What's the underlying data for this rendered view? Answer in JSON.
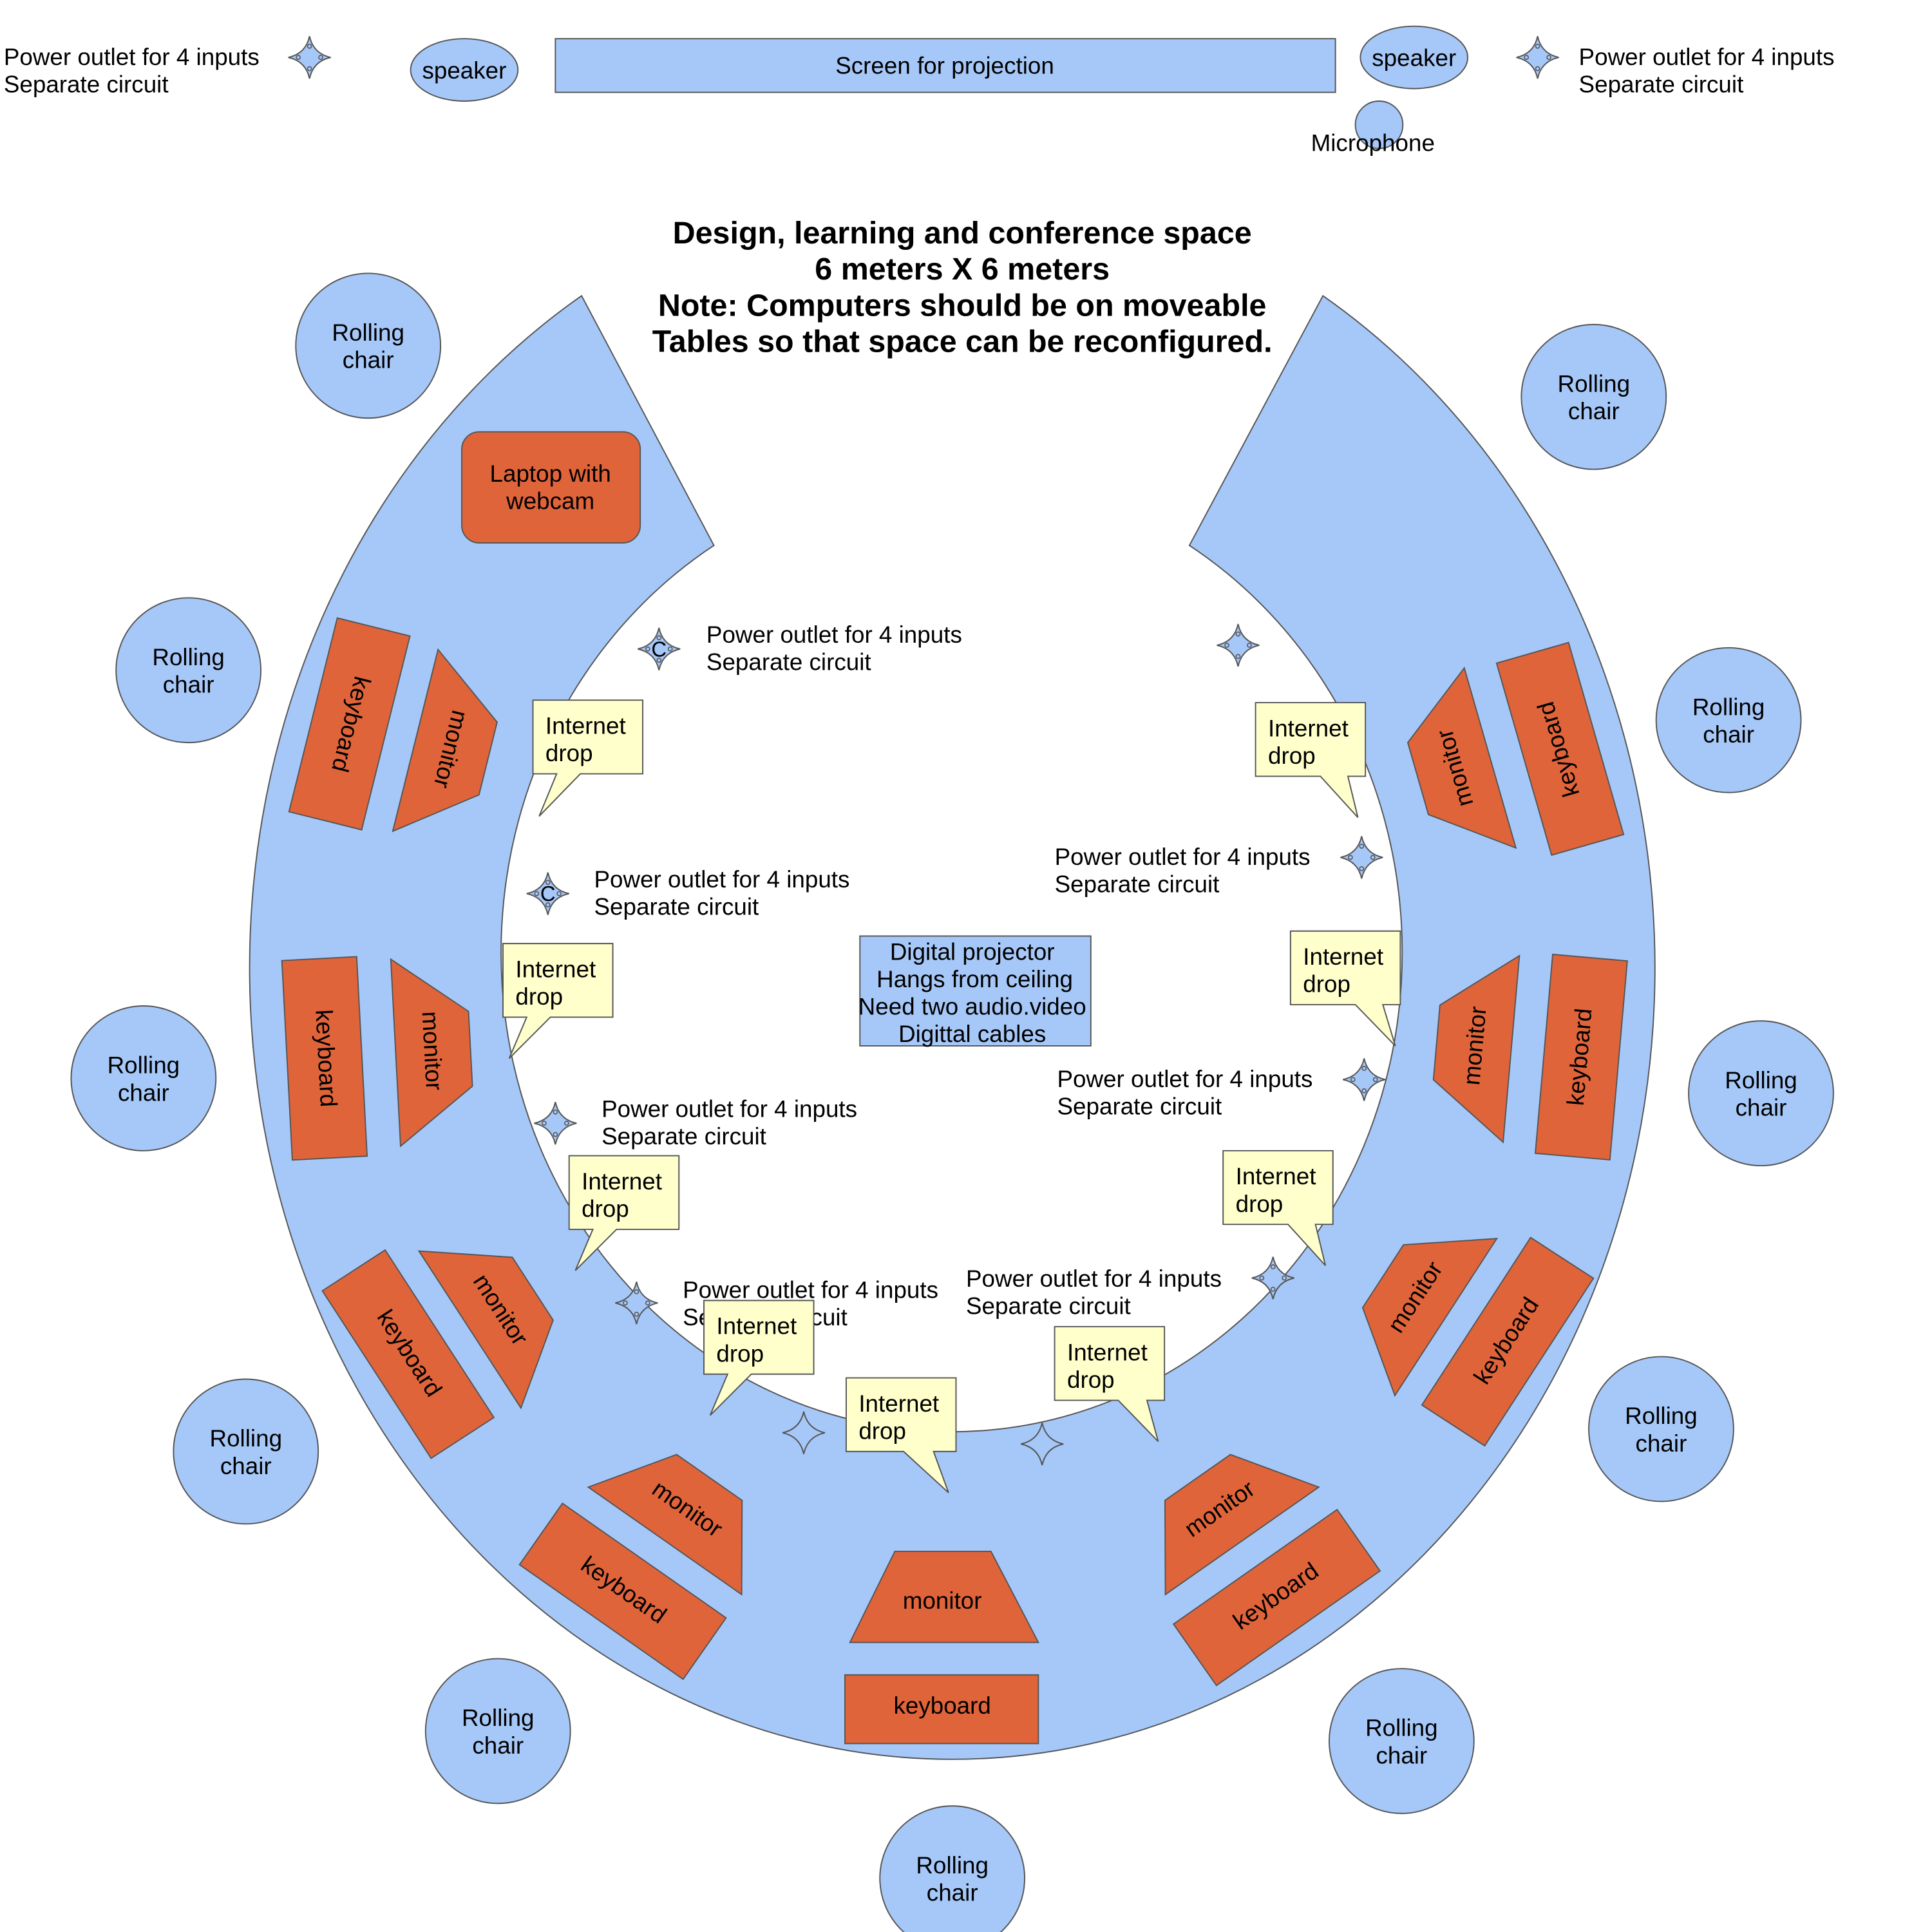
{
  "title": {
    "line1": "Design, learning and conference space",
    "line2": "6 meters X 6 meters",
    "line3": "Note: Computers should be on moveable",
    "line4": "Tables so that space can be reconfigured."
  },
  "header": {
    "screen": "Screen for projection",
    "speaker_left": "speaker",
    "speaker_right": "speaker",
    "microphone": "Microphone"
  },
  "power_outlet": {
    "line1": "Power outlet for 4 inputs",
    "line2": "Separate circuit"
  },
  "outlet_marker_letter": "C",
  "internet_drop": {
    "line1": "Internet",
    "line2": "drop"
  },
  "chair": {
    "line1": "Rolling",
    "line2": "chair"
  },
  "workstation": {
    "monitor": "monitor",
    "keyboard": "keyboard"
  },
  "laptop": {
    "line1": "Laptop with",
    "line2": "webcam"
  },
  "projector": {
    "line1": "Digital projector",
    "line2": "Hangs from ceiling",
    "line3": "Need two audio.video",
    "line4": "Digittal cables"
  },
  "colors": {
    "light_blue": "#a6c8f8",
    "orange": "#e0643a",
    "note_yellow": "#ffffcc",
    "outline": "#555555"
  },
  "icons": {
    "outlet": "diamond-star-icon",
    "internet_drop": "speech-callout",
    "chair": "circle",
    "speaker": "ellipse"
  }
}
